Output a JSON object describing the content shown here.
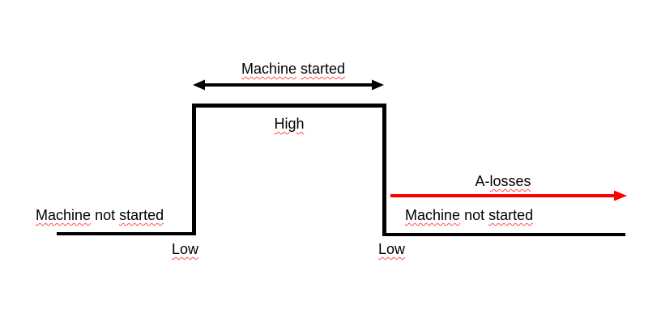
{
  "colors": {
    "background": "#ffffff",
    "line": "#000000",
    "text": "#000000",
    "arrow_red": "#ff0000",
    "squiggle": "#ff4d4d"
  },
  "annotations": {
    "machine_started": [
      "Machine",
      "started"
    ],
    "machine_not_started_left": [
      "Machine",
      "not",
      "started"
    ],
    "machine_not_started_right": [
      "Machine",
      "not",
      "started"
    ],
    "a_losses": [
      "A-",
      "losses"
    ],
    "high": "High",
    "low_left": "Low",
    "low_right": "Low"
  }
}
